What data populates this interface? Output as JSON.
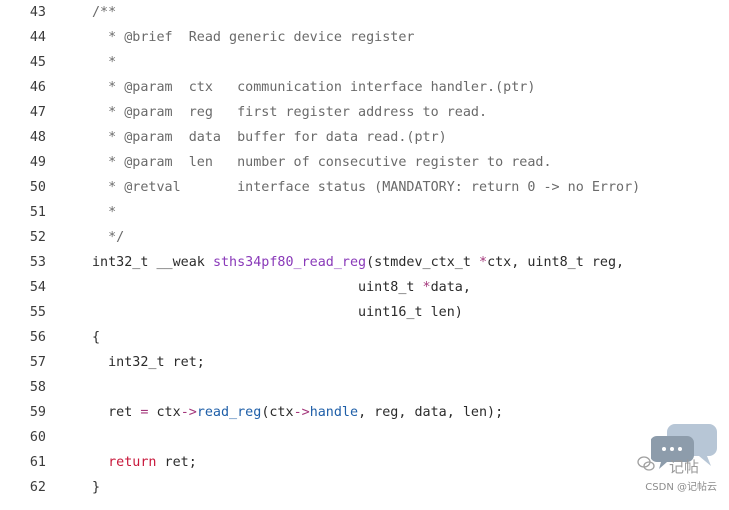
{
  "code_lines": [
    {
      "num": "43",
      "tokens": [
        {
          "t": "comment",
          "v": "/**"
        }
      ]
    },
    {
      "num": "44",
      "tokens": [
        {
          "t": "comment",
          "v": "  * @brief  Read generic device register"
        }
      ]
    },
    {
      "num": "45",
      "tokens": [
        {
          "t": "comment",
          "v": "  *"
        }
      ]
    },
    {
      "num": "46",
      "tokens": [
        {
          "t": "comment",
          "v": "  * @param  ctx   communication interface handler.(ptr)"
        }
      ]
    },
    {
      "num": "47",
      "tokens": [
        {
          "t": "comment",
          "v": "  * @param  reg   first register address to read."
        }
      ]
    },
    {
      "num": "48",
      "tokens": [
        {
          "t": "comment",
          "v": "  * @param  data  buffer for data read.(ptr)"
        }
      ]
    },
    {
      "num": "49",
      "tokens": [
        {
          "t": "comment",
          "v": "  * @param  len   number of consecutive register to read."
        }
      ]
    },
    {
      "num": "50",
      "tokens": [
        {
          "t": "comment",
          "v": "  * @retval       interface status (MANDATORY: return 0 -> no Error)"
        }
      ]
    },
    {
      "num": "51",
      "tokens": [
        {
          "t": "comment",
          "v": "  *"
        }
      ]
    },
    {
      "num": "52",
      "tokens": [
        {
          "t": "comment",
          "v": "  */"
        }
      ]
    },
    {
      "num": "53",
      "tokens": [
        {
          "t": "plain",
          "v": "int32_t __weak "
        },
        {
          "t": "fn",
          "v": "sths34pf80_read_reg"
        },
        {
          "t": "plain",
          "v": "(stmdev_ctx_t "
        },
        {
          "t": "op",
          "v": "*"
        },
        {
          "t": "plain",
          "v": "ctx, uint8_t reg,"
        }
      ]
    },
    {
      "num": "54",
      "tokens": [
        {
          "t": "plain",
          "v": "                                 uint8_t "
        },
        {
          "t": "op",
          "v": "*"
        },
        {
          "t": "plain",
          "v": "data,"
        }
      ]
    },
    {
      "num": "55",
      "tokens": [
        {
          "t": "plain",
          "v": "                                 uint16_t len)"
        }
      ]
    },
    {
      "num": "56",
      "tokens": [
        {
          "t": "plain",
          "v": "{"
        }
      ]
    },
    {
      "num": "57",
      "tokens": [
        {
          "t": "plain",
          "v": "  int32_t ret;"
        }
      ]
    },
    {
      "num": "58",
      "tokens": []
    },
    {
      "num": "59",
      "tokens": [
        {
          "t": "plain",
          "v": "  ret "
        },
        {
          "t": "op",
          "v": "="
        },
        {
          "t": "plain",
          "v": " ctx"
        },
        {
          "t": "op",
          "v": "->"
        },
        {
          "t": "member",
          "v": "read_reg"
        },
        {
          "t": "plain",
          "v": "(ctx"
        },
        {
          "t": "op",
          "v": "->"
        },
        {
          "t": "member",
          "v": "handle"
        },
        {
          "t": "plain",
          "v": ", reg, data, len);"
        }
      ]
    },
    {
      "num": "60",
      "tokens": []
    },
    {
      "num": "61",
      "tokens": [
        {
          "t": "keyword",
          "v": "  return"
        },
        {
          "t": "plain",
          "v": " ret;"
        }
      ]
    },
    {
      "num": "62",
      "tokens": [
        {
          "t": "plain",
          "v": "}"
        }
      ]
    }
  ],
  "watermark": {
    "brand": "记帖",
    "csdn": "CSDN @记帖云"
  },
  "colors": {
    "comment": "#6a6a6a",
    "function": "#8a3ab9",
    "operator": "#a3357a",
    "member": "#1f5fa8",
    "keyword": "#c8183b"
  }
}
